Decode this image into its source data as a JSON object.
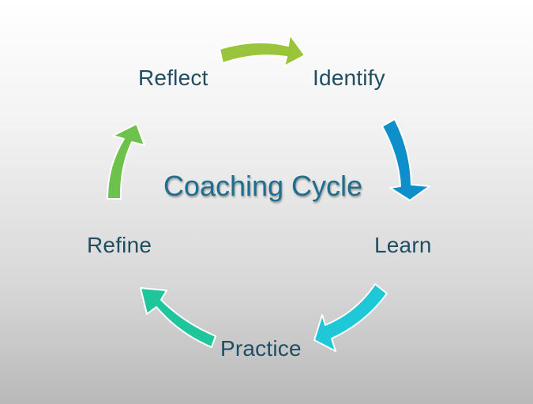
{
  "diagram": {
    "title": "Coaching Cycle",
    "steps": [
      {
        "label": "Identify",
        "arrow_color": "#0e8fc9"
      },
      {
        "label": "Learn",
        "arrow_color": "#1ec8d6"
      },
      {
        "label": "Practice",
        "arrow_color": "#1fc69c"
      },
      {
        "label": "Refine",
        "arrow_color": "#6cc24a"
      },
      {
        "label": "Reflect",
        "arrow_color": "#9ac43c"
      }
    ],
    "text_color": "#1f4e63",
    "title_color": "#1e6f8f"
  }
}
